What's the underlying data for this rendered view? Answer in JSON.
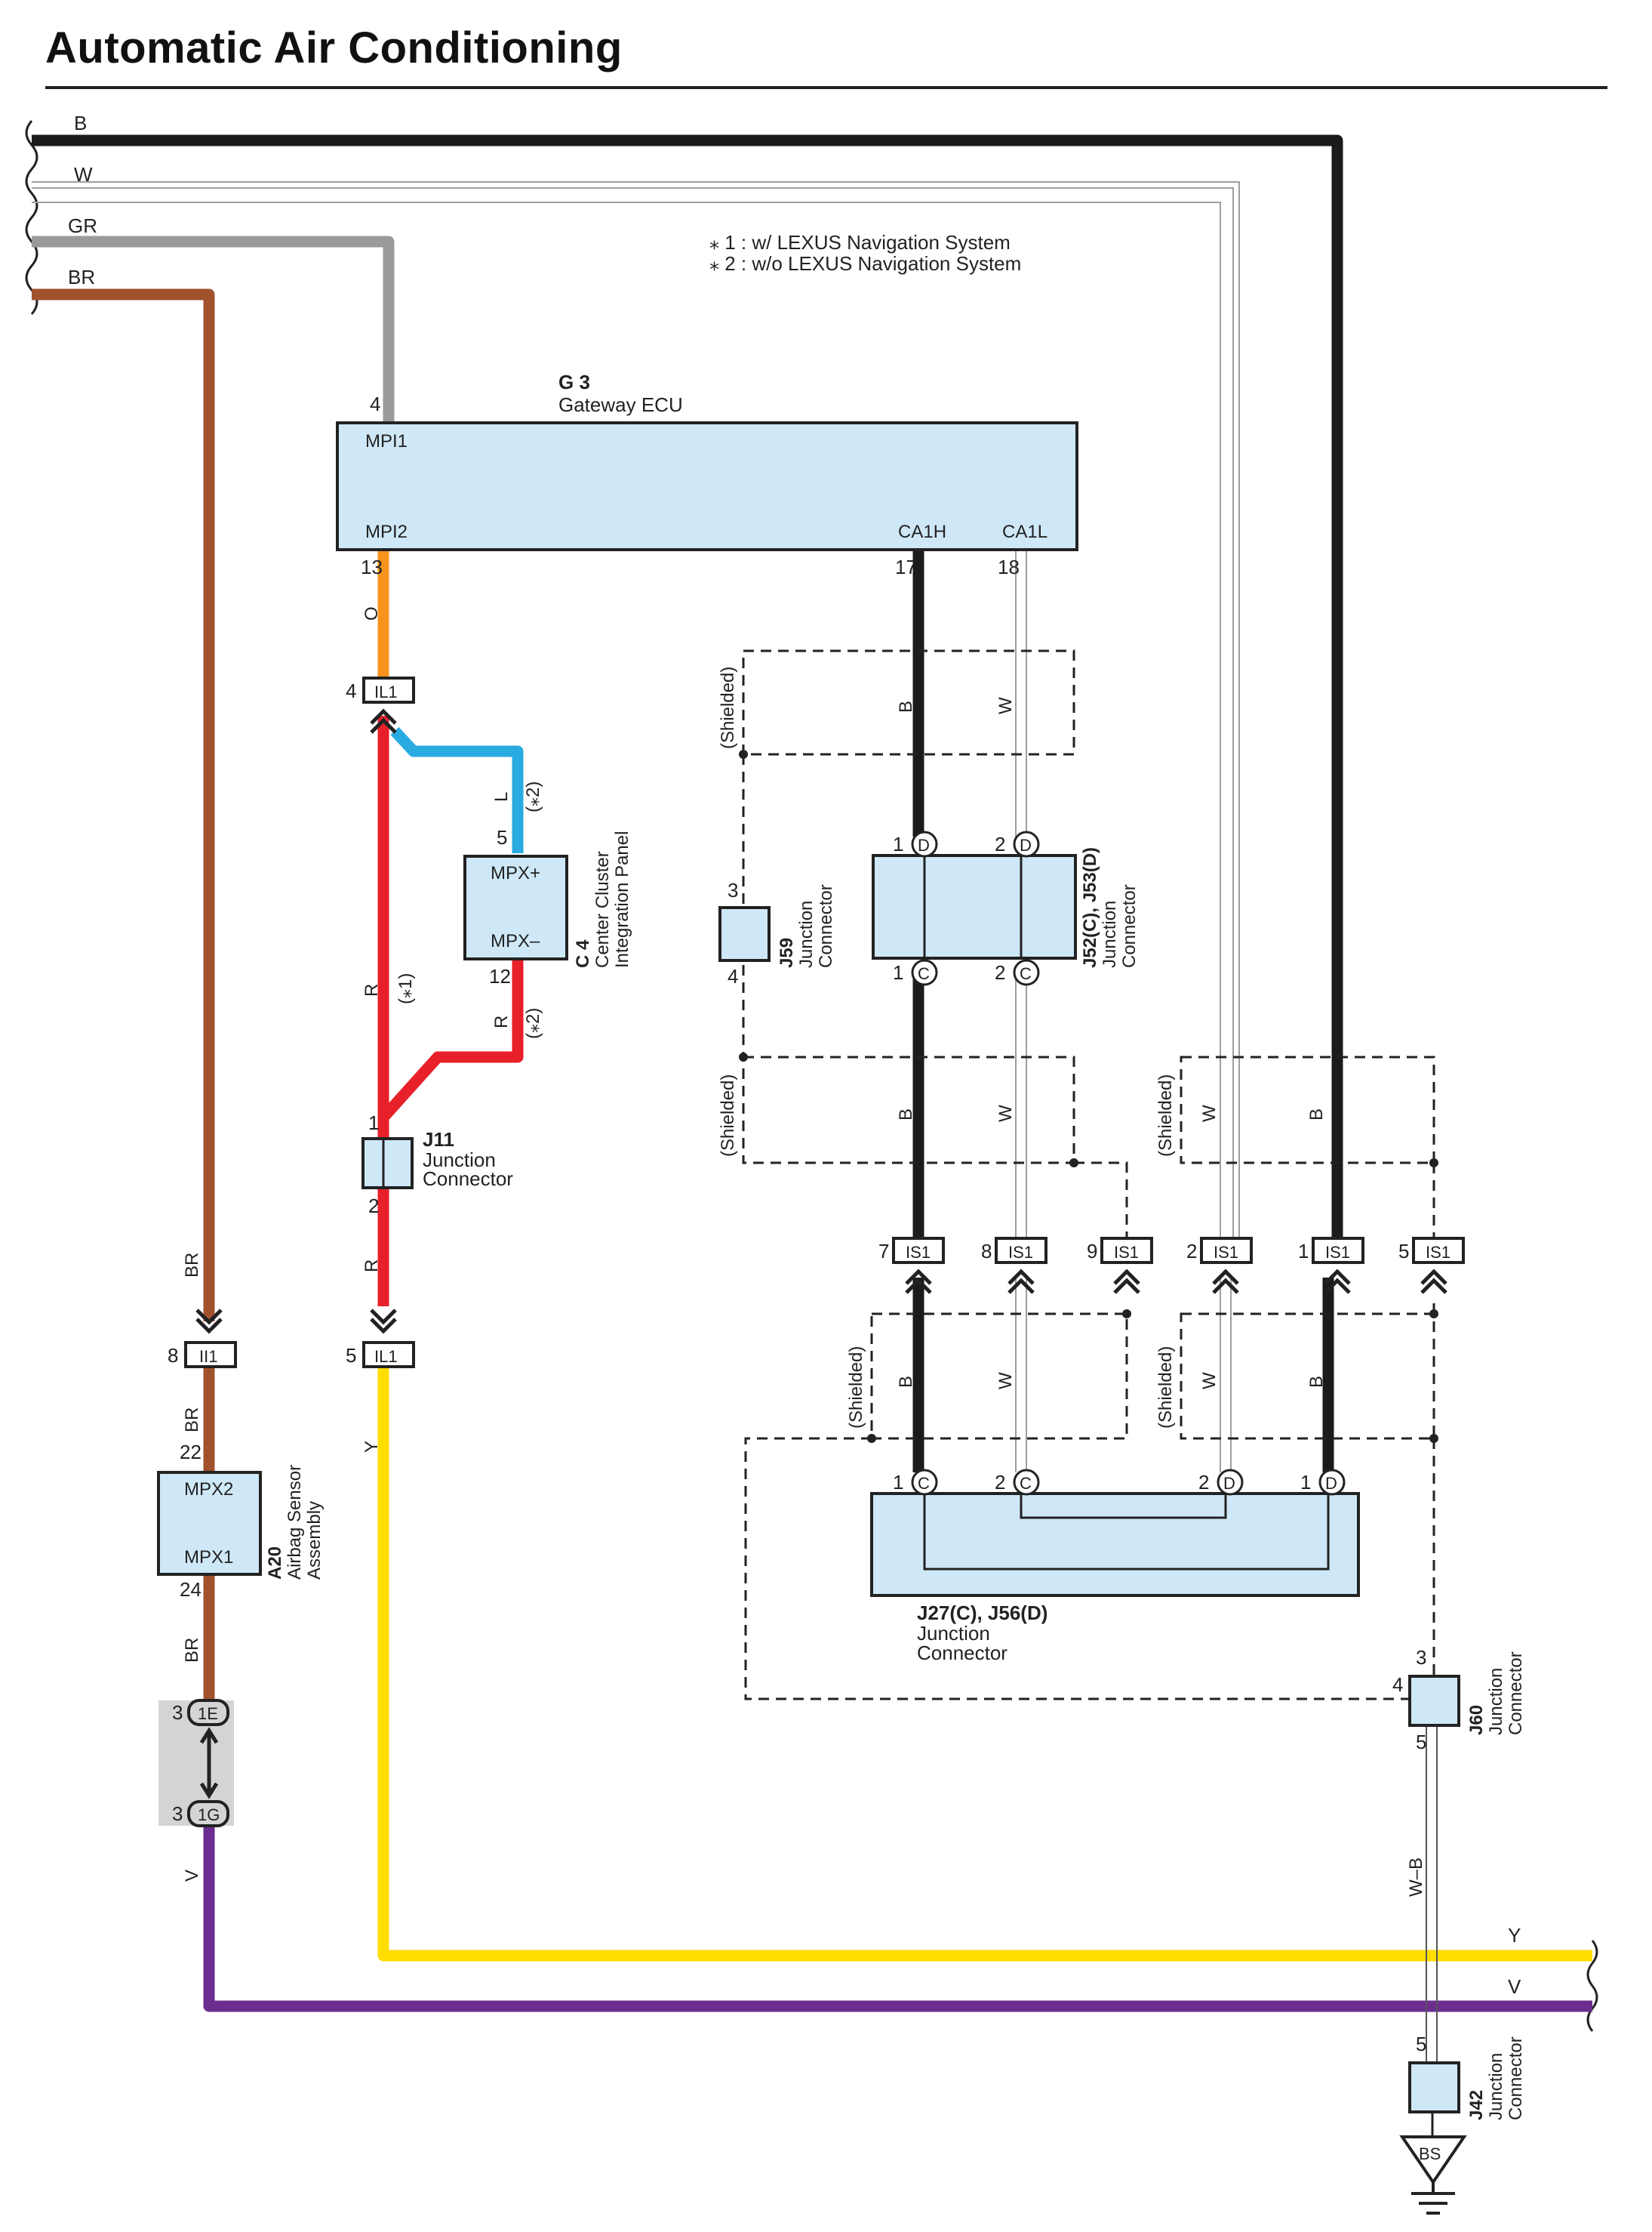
{
  "title": "Automatic Air Conditioning",
  "colors": {
    "black": "#1b1b1b",
    "white_wire": "#bdbdbd",
    "gray": "#9a9a9a",
    "brown": "#a0522d",
    "orange": "#f7941d",
    "red": "#e8202a",
    "blue": "#29abe2",
    "yellow": "#ffdd00",
    "purple": "#6b2d8f",
    "component_fill": "#cfe8f7"
  },
  "left_wire_labels": [
    "B",
    "W",
    "GR",
    "BR"
  ],
  "notes": [
    "⁎ 1 : w/ LEXUS Navigation System",
    "⁎ 2 : w/o LEXUS Navigation System"
  ],
  "gateway": {
    "id": "G 3",
    "name": "Gateway ECU",
    "t_mpi1": "MPI1",
    "t_mpi2": "MPI2",
    "t_ca1h": "CA1H",
    "t_ca1l": "CA1L",
    "pin_mpi1": "4",
    "pin_mpi2": "13",
    "pin_ca1h": "17",
    "pin_ca1l": "18"
  },
  "c4": {
    "id": "C 4",
    "name1": "Center Cluster",
    "name2": "Integration Panel",
    "t_plus": "MPX+",
    "t_minus": "MPX–",
    "pin_plus": "5",
    "pin_minus": "12"
  },
  "j11": {
    "id": "J11",
    "name1": "Junction",
    "name2": "Connector",
    "pin_top": "1",
    "pin_bottom": "2"
  },
  "j59": {
    "id": "J59",
    "name1": "Junction",
    "name2": "Connector",
    "pin_top": "3",
    "pin_bottom": "4"
  },
  "j52": {
    "id": "J52(C), J53(D)",
    "name1": "Junction",
    "name2": "Connector",
    "pin1": "1",
    "pin2": "2",
    "D": "D",
    "C": "C"
  },
  "j27": {
    "id": "J27(C), J56(D)",
    "name1": "Junction",
    "name2": "Connector",
    "pin1": "1",
    "pin2": "2"
  },
  "j60": {
    "id": "J60",
    "name1": "Junction",
    "name2": "Connector",
    "pin3": "3",
    "pin4": "4",
    "pin5": "5"
  },
  "j42": {
    "id": "J42",
    "name1": "Junction",
    "name2": "Connector",
    "pin5": "5",
    "ground": "BS"
  },
  "a20": {
    "id": "A20",
    "name1": "Airbag Sensor",
    "name2": "Assembly",
    "t_mpx2": "MPX2",
    "t_mpx1": "MPX1",
    "pin_mpx2": "22",
    "pin_mpx1": "24"
  },
  "connectors": {
    "il1": "IL1",
    "ii1": "II1",
    "is1": "IS1",
    "e1": "1E",
    "g1": "1G",
    "il1_top_pin": "4",
    "il1_bot_pin": "5",
    "ii1_pin": "8",
    "e1_pin": "3",
    "g1_pin": "3",
    "is1_pins": [
      "7",
      "8",
      "9",
      "2",
      "1",
      "5"
    ]
  },
  "wire_colors": {
    "B": "B",
    "W": "W",
    "O": "O",
    "L": "L",
    "R": "R",
    "BR": "BR",
    "Y": "Y",
    "V": "V",
    "WB": "W–B"
  },
  "notes_marks": {
    "n1": "(⁎1)",
    "n2": "(⁎2)"
  },
  "shielded": "(Shielded)"
}
